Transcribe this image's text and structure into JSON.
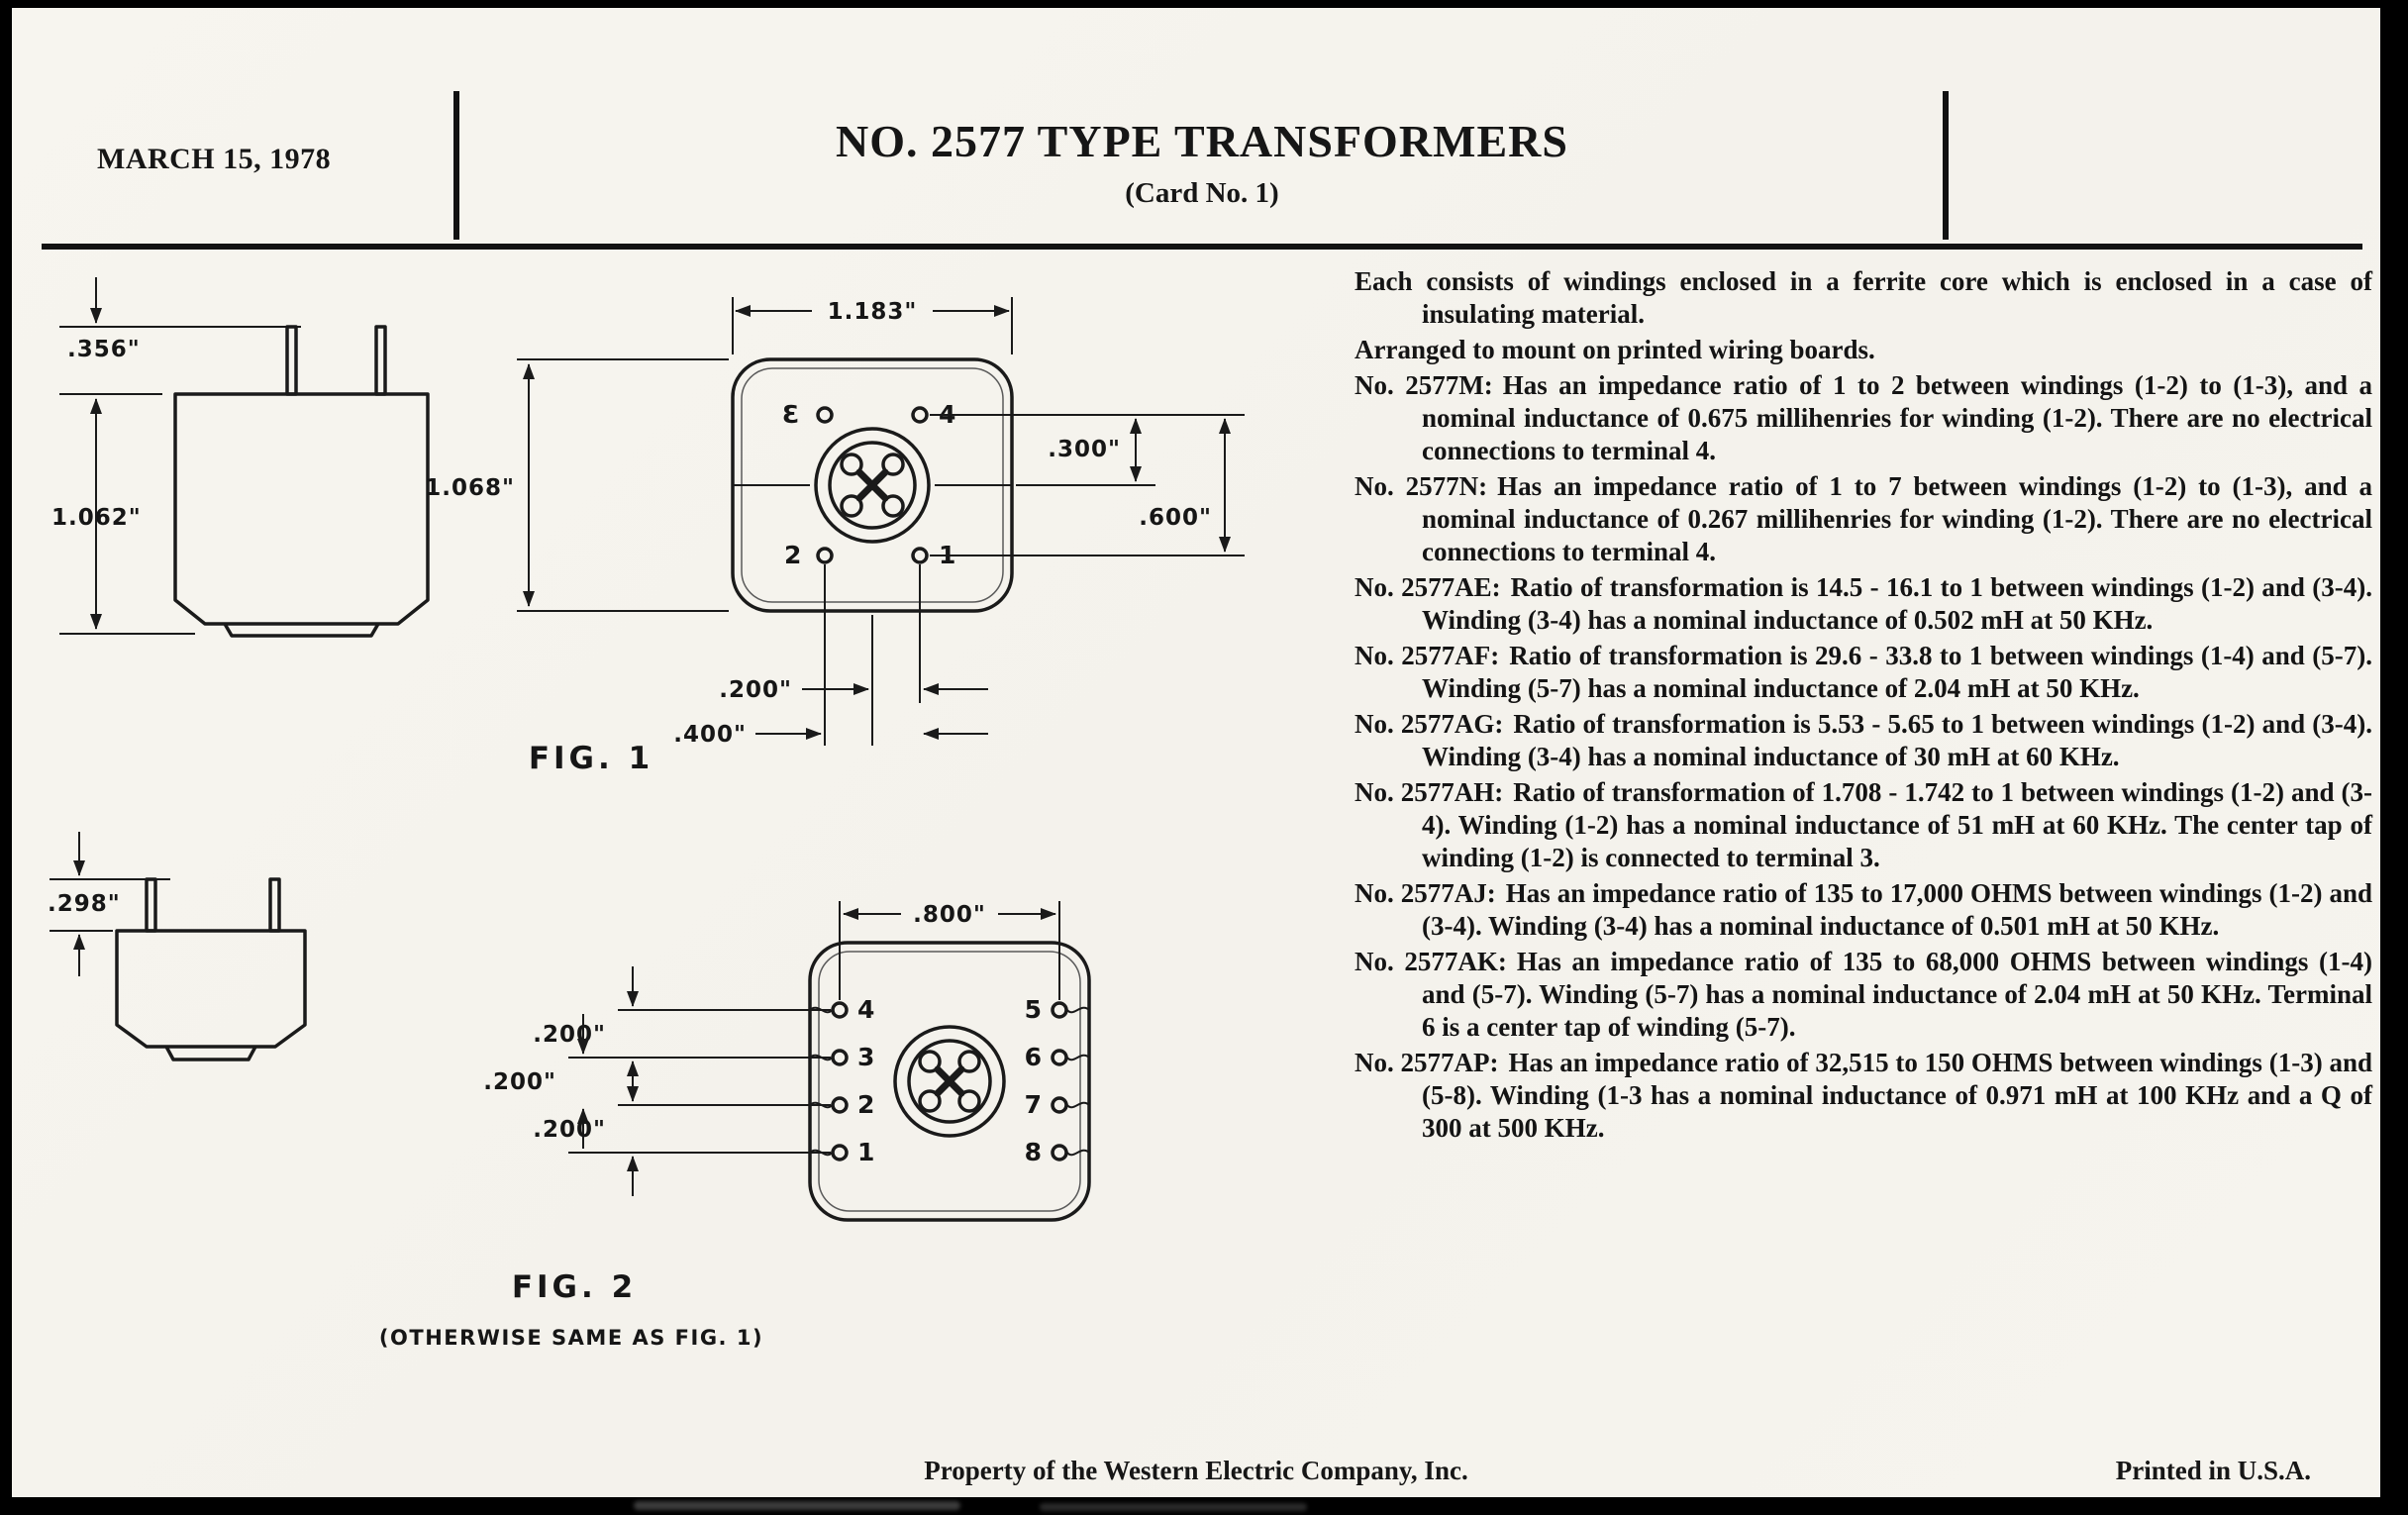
{
  "header": {
    "date": "MARCH 15, 1978",
    "title": "NO. 2577 TYPE TRANSFORMERS",
    "subtitle": "(Card No. 1)"
  },
  "figures": {
    "fig1": {
      "label": "FIG. 1",
      "side_pin_height": ".356\"",
      "side_body_height": "1.062\"",
      "top_width": "1.183\"",
      "top_height": "1.068\"",
      "dim_300": ".300\"",
      "dim_600": ".600\"",
      "dim_200": ".200\"",
      "dim_400": ".400\"",
      "terminal_tl": "3",
      "terminal_tr": "4",
      "terminal_bl": "2",
      "terminal_br": "1"
    },
    "fig2": {
      "label": "FIG. 2",
      "note": "(OTHERWISE SAME AS FIG. 1)",
      "side_pin_height": ".298\"",
      "top_width": ".800\"",
      "dim_row1": ".200\"",
      "dim_row2": ".200\"",
      "dim_row3": ".200\"",
      "terminals_left": [
        "4",
        "3",
        "2",
        "1"
      ],
      "terminals_right": [
        "5",
        "6",
        "7",
        "8"
      ]
    }
  },
  "specs": {
    "intro1": "Each consists of windings enclosed in a ferrite core which is enclosed in a case of insulating material.",
    "intro2": "Arranged to mount on printed wiring boards.",
    "items": [
      {
        "label": "No. 2577M:",
        "text": "Has an impedance ratio of 1 to 2 between windings (1-2) to (1-3), and a nominal inductance of 0.675 millihenries for winding (1-2). There are no electrical connections to terminal 4."
      },
      {
        "label": "No. 2577N:",
        "text": "Has an impedance ratio of 1 to 7 between windings (1-2) to (1-3), and a nominal inductance of 0.267 millihenries for winding (1-2). There are no electrical connections to terminal 4."
      },
      {
        "label": "No. 2577AE:",
        "text": "Ratio of transformation is 14.5 - 16.1 to 1 between windings (1-2) and (3-4). Winding (3-4) has a nominal inductance of 0.502 mH at 50 KHz."
      },
      {
        "label": "No. 2577AF:",
        "text": "Ratio of transformation is 29.6 - 33.8 to 1 between windings (1-4) and (5-7). Winding (5-7) has a nominal inductance of 2.04 mH at 50 KHz."
      },
      {
        "label": "No. 2577AG:",
        "text": "Ratio of transformation is 5.53 - 5.65 to 1 between windings (1-2) and (3-4). Winding (3-4) has a nominal inductance of 30 mH at 60 KHz."
      },
      {
        "label": "No. 2577AH:",
        "text": "Ratio of transformation of 1.708 - 1.742 to 1 between windings (1-2) and (3-4). Winding (1-2) has a nominal inductance of 51 mH at 60 KHz. The center tap of winding (1-2) is connected to terminal 3."
      },
      {
        "label": "No. 2577AJ:",
        "text": "Has an impedance ratio of 135 to 17,000 OHMS between windings (1-2) and (3-4). Winding (3-4) has a nominal inductance of 0.501 mH at 50 KHz."
      },
      {
        "label": "No. 2577AK:",
        "text": "Has an impedance ratio of 135 to 68,000 OHMS between windings (1-4) and (5-7). Winding (5-7) has a nominal inductance of 2.04 mH at 50 KHz. Terminal 6 is a center tap of winding (5-7)."
      },
      {
        "label": "No. 2577AP:",
        "text": "Has an impedance ratio of 32,515 to 150 OHMS between windings (1-3) and (5-8). Winding (1-3 has a nominal inductance of 0.971 mH at 100 KHz and a Q of 300 at 500 KHz."
      }
    ]
  },
  "footer": {
    "property": "Property of the Western Electric Company, Inc.",
    "printed": "Printed in U.S.A."
  }
}
